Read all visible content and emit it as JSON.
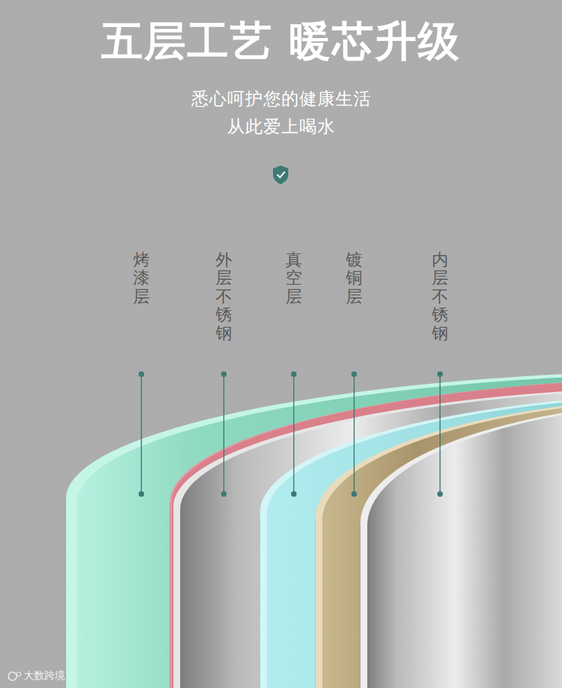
{
  "diagram": {
    "title": "五层工艺 暖芯升级",
    "labels": [
      "悉心呵护您的健康生活",
      "从此爱上喝水",
      "烤漆层",
      "外层不锈钢",
      "真空层",
      "镀铜层",
      "内层不锈钢",
      "大数跨境"
    ]
  }
}
